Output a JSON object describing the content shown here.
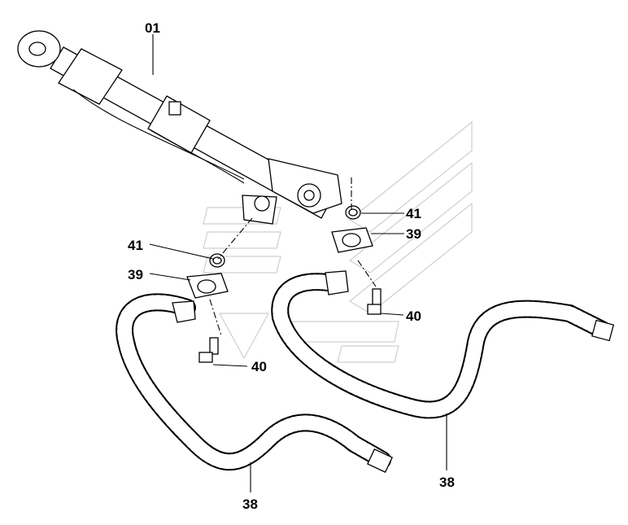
{
  "callouts": {
    "p01": "01",
    "p41a": "41",
    "p41b": "41",
    "p39a": "39",
    "p39b": "39",
    "p40a": "40",
    "p40b": "40",
    "p38a": "38",
    "p38b": "38"
  }
}
